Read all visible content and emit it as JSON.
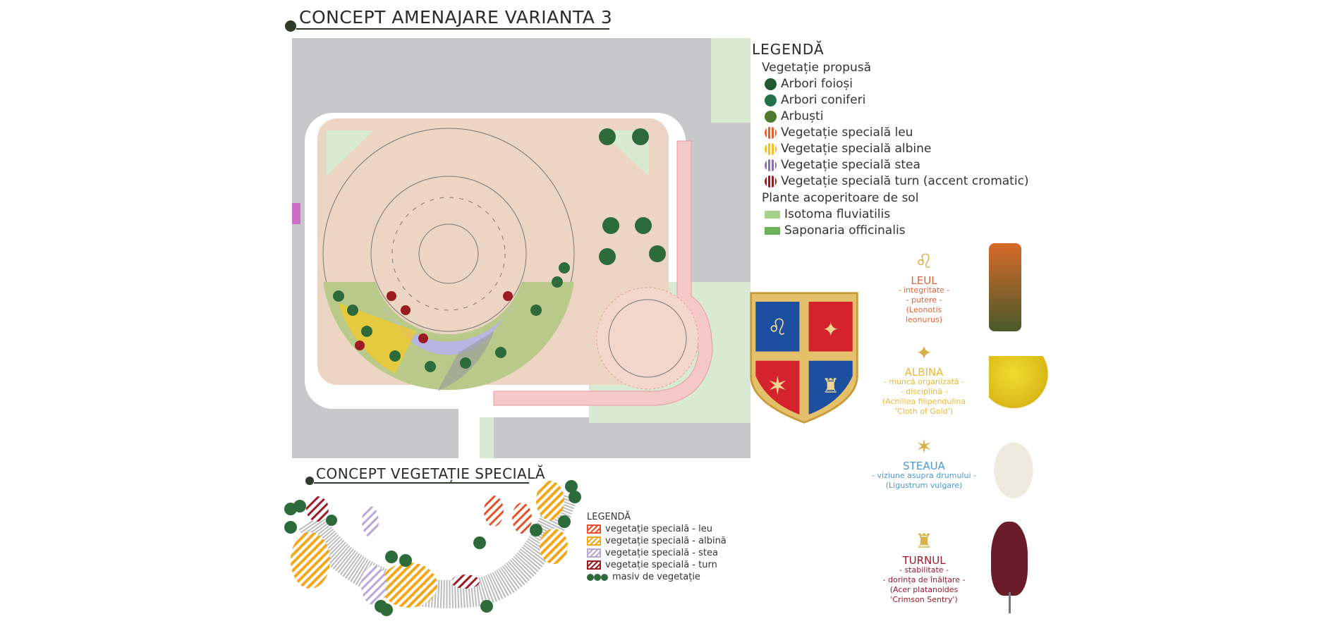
{
  "main_title": "CONCEPT AMENAJARE VARIANTA 3",
  "secondary_title": "CONCEPT VEGETAȚIE SPECIALĂ",
  "legend": {
    "title": "LEGENDĂ",
    "section1": "Vegetație propusă",
    "items": [
      {
        "label": "Arbori foioși",
        "color": "#1f5a32"
      },
      {
        "label": "Arbori coniferi",
        "color": "#23704a"
      },
      {
        "label": "Arbuști",
        "color": "#4d7a2e"
      },
      {
        "label": "Vegetație specială leu",
        "color": "#e8602a"
      },
      {
        "label": "Vegetație specială albine",
        "color": "#f2c21a"
      },
      {
        "label": "Vegetație specială stea",
        "color": "#8a70b0"
      },
      {
        "label": "Vegetație specială turn (accent cromatic)",
        "color": "#9b1b22"
      }
    ],
    "section2": "Plante acoperitoare de sol",
    "ground": [
      {
        "label": "Isotoma fluviatilis",
        "color": "#a7d08a"
      },
      {
        "label": "Saponaria officinalis",
        "color": "#6cb457"
      }
    ]
  },
  "symbols": [
    {
      "name": "LEUL",
      "lines": [
        "- integritate -",
        "- putere -",
        "(Leonotis",
        "leonurus)"
      ],
      "color": "#e0653a"
    },
    {
      "name": "ALBINA",
      "lines": [
        "- muncă organizată -",
        "- disciplină -",
        "(Achillea filipendulina",
        "'Cloth of Gold')"
      ],
      "color": "#f0b830"
    },
    {
      "name": "STEAUA",
      "lines": [
        "- viziune asupra drumului -",
        "(Ligustrum vulgare)"
      ],
      "color": "#4a9ad4"
    },
    {
      "name": "TURNUL",
      "lines": [
        "- stabilitate -",
        "- dorința de înălțare -",
        "(Acer platanoides",
        "'Crimson Sentry')"
      ],
      "color": "#9b1b2e"
    }
  ],
  "bottom_legend": {
    "title": "LEGENDĂ",
    "items": [
      {
        "label": "vegetație specială - leu",
        "color": "#e8502a"
      },
      {
        "label": "vegetație specială - albină",
        "color": "#f2a81a"
      },
      {
        "label": "vegetație specială - stea",
        "color": "#b8a8d8"
      },
      {
        "label": "vegetație specială - turn",
        "color": "#9b1b22"
      }
    ],
    "mass": "masiv de vegetație"
  }
}
